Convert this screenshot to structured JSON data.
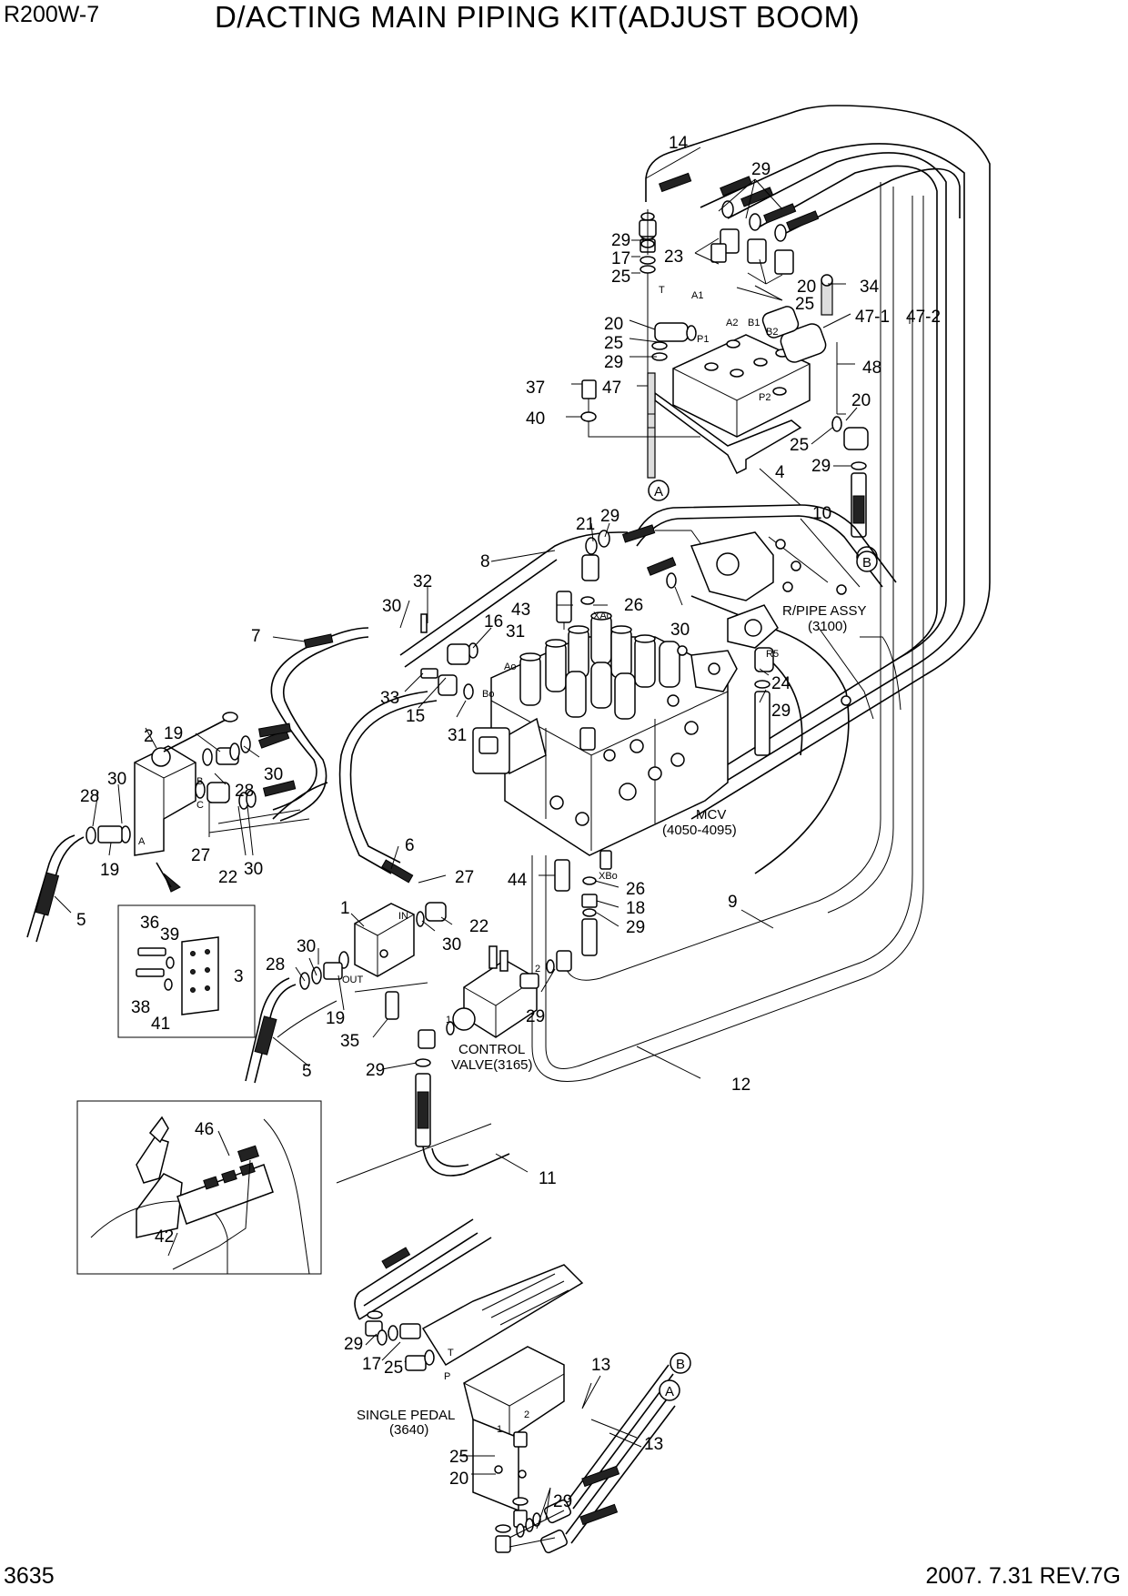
{
  "header": {
    "model": "R200W-7",
    "title": "D/ACTING MAIN PIPING KIT(ADJUST BOOM)"
  },
  "footer": {
    "page": "3635",
    "revision": "2007. 7.31  REV.7G"
  },
  "components": {
    "rpipe": [
      "R/PIPE ASSY",
      "(3100)"
    ],
    "mcv": [
      "MCV",
      "(4050-4095)"
    ],
    "control_valve": [
      "CONTROL",
      "VALVE(3165)"
    ],
    "single_pedal": [
      "SINGLE PEDAL",
      "(3640)"
    ]
  },
  "port_labels": {
    "T": "T",
    "A1": "A1",
    "A2": "A2",
    "B1": "B1",
    "B2": "B2",
    "P1": "P1",
    "P2": "P2",
    "XAo": "XAo",
    "Ao": "Ao",
    "Bo": "Bo",
    "XBo": "XBo",
    "R5": "R5",
    "IN": "IN",
    "OUT": "OUT",
    "A": "A",
    "B": "B",
    "C": "C",
    "cv1": "1",
    "cv2": "2",
    "pT": "T",
    "pP": "P",
    "p1": "1",
    "p2": "2"
  },
  "markers": {
    "A": "A",
    "B": "B"
  },
  "callouts": [
    {
      "id": "c14",
      "label": "14"
    },
    {
      "id": "c29a",
      "label": "29"
    },
    {
      "id": "c29b",
      "label": "29"
    },
    {
      "id": "c17a",
      "label": "17"
    },
    {
      "id": "c25a",
      "label": "25"
    },
    {
      "id": "c23",
      "label": "23"
    },
    {
      "id": "c20a",
      "label": "20"
    },
    {
      "id": "c34",
      "label": "34"
    },
    {
      "id": "c25b",
      "label": "25"
    },
    {
      "id": "c47_1",
      "label": "47-1"
    },
    {
      "id": "c47_2",
      "label": "47-2"
    },
    {
      "id": "c20b",
      "label": "20"
    },
    {
      "id": "c25c",
      "label": "25"
    },
    {
      "id": "c29c",
      "label": "29"
    },
    {
      "id": "c37",
      "label": "37"
    },
    {
      "id": "c47",
      "label": "47"
    },
    {
      "id": "c48",
      "label": "48"
    },
    {
      "id": "c20c",
      "label": "20"
    },
    {
      "id": "c40",
      "label": "40"
    },
    {
      "id": "c25d",
      "label": "25"
    },
    {
      "id": "c4",
      "label": "4"
    },
    {
      "id": "c29d",
      "label": "29"
    },
    {
      "id": "c21",
      "label": "21"
    },
    {
      "id": "c29e",
      "label": "29"
    },
    {
      "id": "c10",
      "label": "10"
    },
    {
      "id": "c8",
      "label": "8"
    },
    {
      "id": "c32",
      "label": "32"
    },
    {
      "id": "c30a",
      "label": "30"
    },
    {
      "id": "c43",
      "label": "43"
    },
    {
      "id": "c26a",
      "label": "26"
    },
    {
      "id": "c16",
      "label": "16"
    },
    {
      "id": "c7",
      "label": "7"
    },
    {
      "id": "c31a",
      "label": "31"
    },
    {
      "id": "c30b",
      "label": "30"
    },
    {
      "id": "c24",
      "label": "24"
    },
    {
      "id": "c33",
      "label": "33"
    },
    {
      "id": "c29f",
      "label": "29"
    },
    {
      "id": "c15",
      "label": "15"
    },
    {
      "id": "c31b",
      "label": "31"
    },
    {
      "id": "c2",
      "label": "2"
    },
    {
      "id": "c19a",
      "label": "19"
    },
    {
      "id": "c30c",
      "label": "30"
    },
    {
      "id": "c28a",
      "label": "28"
    },
    {
      "id": "c30d",
      "label": "30"
    },
    {
      "id": "c28b",
      "label": "28"
    },
    {
      "id": "c19b",
      "label": "19"
    },
    {
      "id": "c27a",
      "label": "27"
    },
    {
      "id": "c22a",
      "label": "22"
    },
    {
      "id": "c30e",
      "label": "30"
    },
    {
      "id": "c6",
      "label": "6"
    },
    {
      "id": "c27b",
      "label": "27"
    },
    {
      "id": "c44",
      "label": "44"
    },
    {
      "id": "c26b",
      "label": "26"
    },
    {
      "id": "c18",
      "label": "18"
    },
    {
      "id": "c29g",
      "label": "29"
    },
    {
      "id": "c9",
      "label": "9"
    },
    {
      "id": "c5a",
      "label": "5"
    },
    {
      "id": "c1",
      "label": "1"
    },
    {
      "id": "c30f",
      "label": "30"
    },
    {
      "id": "c22b",
      "label": "22"
    },
    {
      "id": "c36",
      "label": "36"
    },
    {
      "id": "c39",
      "label": "39"
    },
    {
      "id": "c3",
      "label": "3"
    },
    {
      "id": "c38",
      "label": "38"
    },
    {
      "id": "c41",
      "label": "41"
    },
    {
      "id": "c30g",
      "label": "30"
    },
    {
      "id": "c28c",
      "label": "28"
    },
    {
      "id": "c19c",
      "label": "19"
    },
    {
      "id": "c35",
      "label": "35"
    },
    {
      "id": "c29h",
      "label": "29"
    },
    {
      "id": "c5b",
      "label": "5"
    },
    {
      "id": "c29i",
      "label": "29"
    },
    {
      "id": "c12",
      "label": "12"
    },
    {
      "id": "c46",
      "label": "46"
    },
    {
      "id": "c11",
      "label": "11"
    },
    {
      "id": "c42",
      "label": "42"
    },
    {
      "id": "c29j",
      "label": "29"
    },
    {
      "id": "c17b",
      "label": "17"
    },
    {
      "id": "c25e",
      "label": "25"
    },
    {
      "id": "c13a",
      "label": "13"
    },
    {
      "id": "c13b",
      "label": "13"
    },
    {
      "id": "c25f",
      "label": "25"
    },
    {
      "id": "c20d",
      "label": "20"
    },
    {
      "id": "c29k",
      "label": "29"
    }
  ]
}
